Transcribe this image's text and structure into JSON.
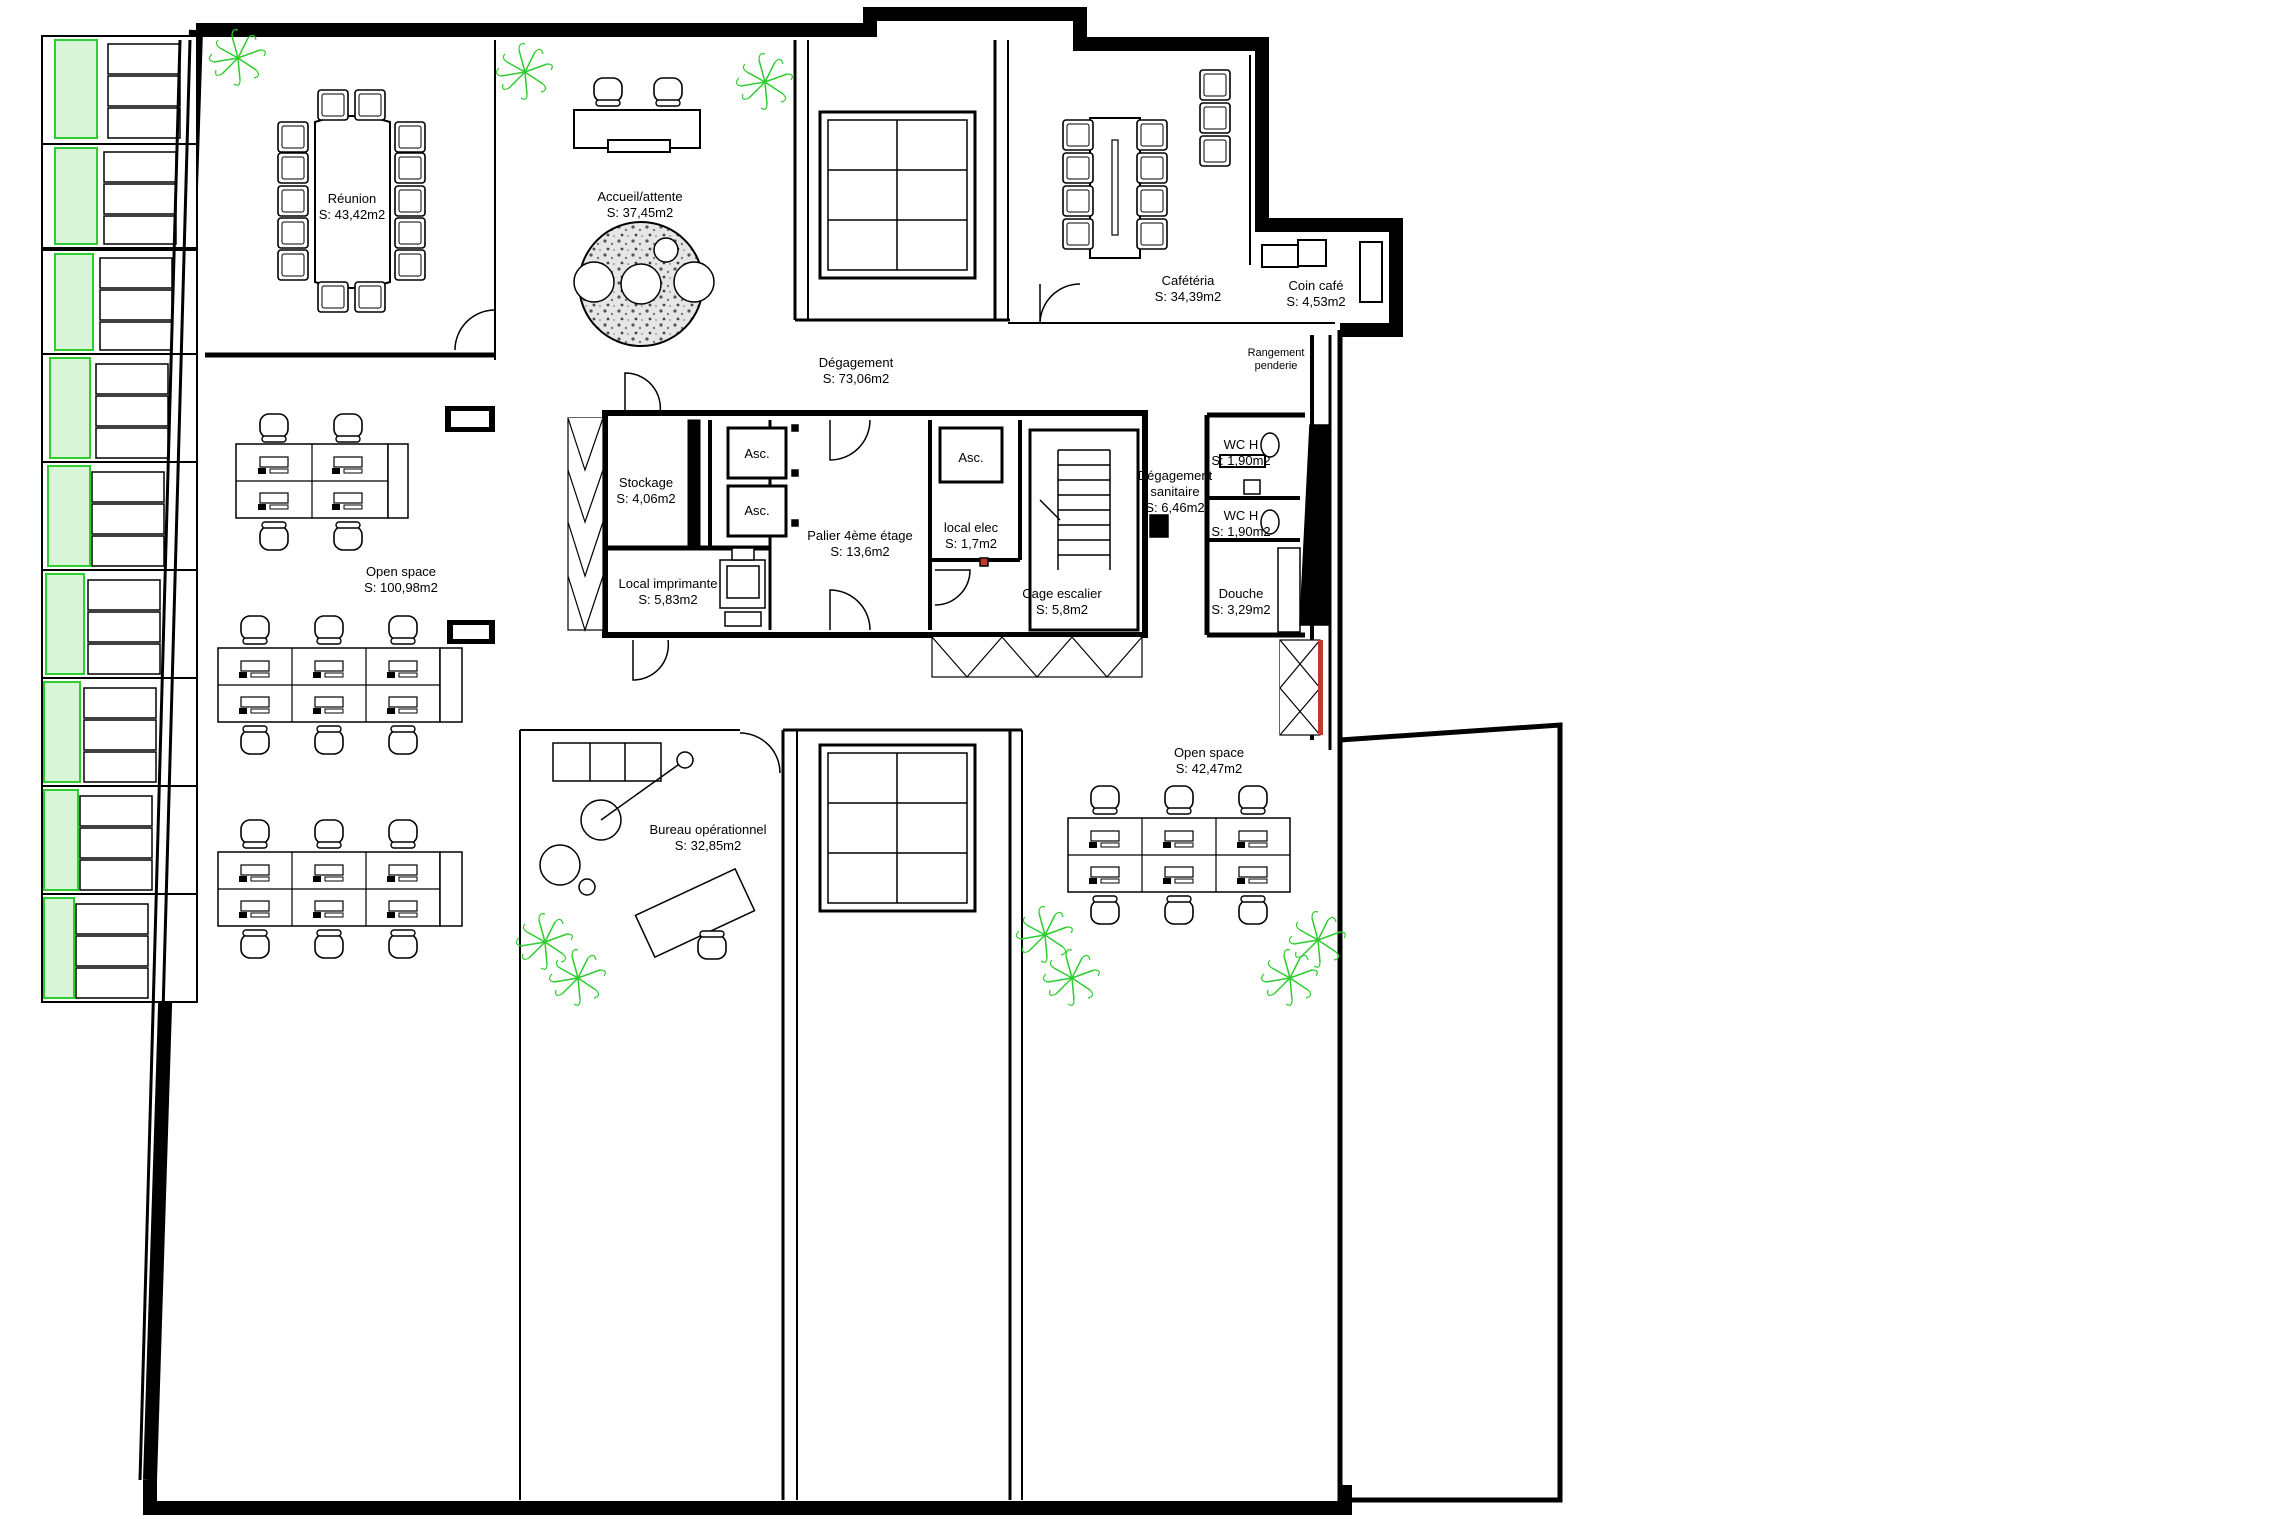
{
  "plan": {
    "rooms": {
      "reunion": {
        "name": "Réunion",
        "area": "S: 43,42m2"
      },
      "accueil": {
        "name": "Accueil/attente",
        "area": "S: 37,45m2"
      },
      "cafeteria": {
        "name": "Cafétéria",
        "area": "S: 34,39m2"
      },
      "coin_cafe": {
        "name": "Coin café",
        "area": "S: 4,53m2"
      },
      "degagement": {
        "name": "Dégagement",
        "area": "S: 73,06m2"
      },
      "rangement": {
        "name": "Rangement",
        "area": "penderie"
      },
      "stockage": {
        "name": "Stockage",
        "area": "S: 4,06m2"
      },
      "local_imprimante": {
        "name": "Local imprimante",
        "area": "S: 5,83m2"
      },
      "palier": {
        "name": "Palier 4ème étage",
        "area": "S: 13,6m2"
      },
      "local_elec": {
        "name": "local elec",
        "area": "S: 1,7m2"
      },
      "cage_escalier": {
        "name": "Cage escalier",
        "area": "S: 5,8m2"
      },
      "degagement_sanitaire_name": "Dégagement",
      "degagement_sanitaire_name2": "sanitaire",
      "degagement_sanitaire_area": "S: 6,46m2",
      "wc1": {
        "name": "WC H",
        "area": "S: 1,90m2"
      },
      "wc2": {
        "name": "WC H",
        "area": "S: 1,90m2"
      },
      "douche": {
        "name": "Douche",
        "area": "S: 3,29m2"
      },
      "open_space_1": {
        "name": "Open space",
        "area": "S: 100,98m2"
      },
      "open_space_2": {
        "name": "Open space",
        "area": "S: 42,47m2"
      },
      "bureau": {
        "name": "Bureau opérationnel",
        "area": "S: 32,85m2"
      }
    },
    "elevator_label": "Asc.",
    "colors": {
      "wall": "#000000",
      "plant": "#2ecc2e",
      "plant_light": "#8fdf8f",
      "door_red": "#c0392b"
    }
  }
}
